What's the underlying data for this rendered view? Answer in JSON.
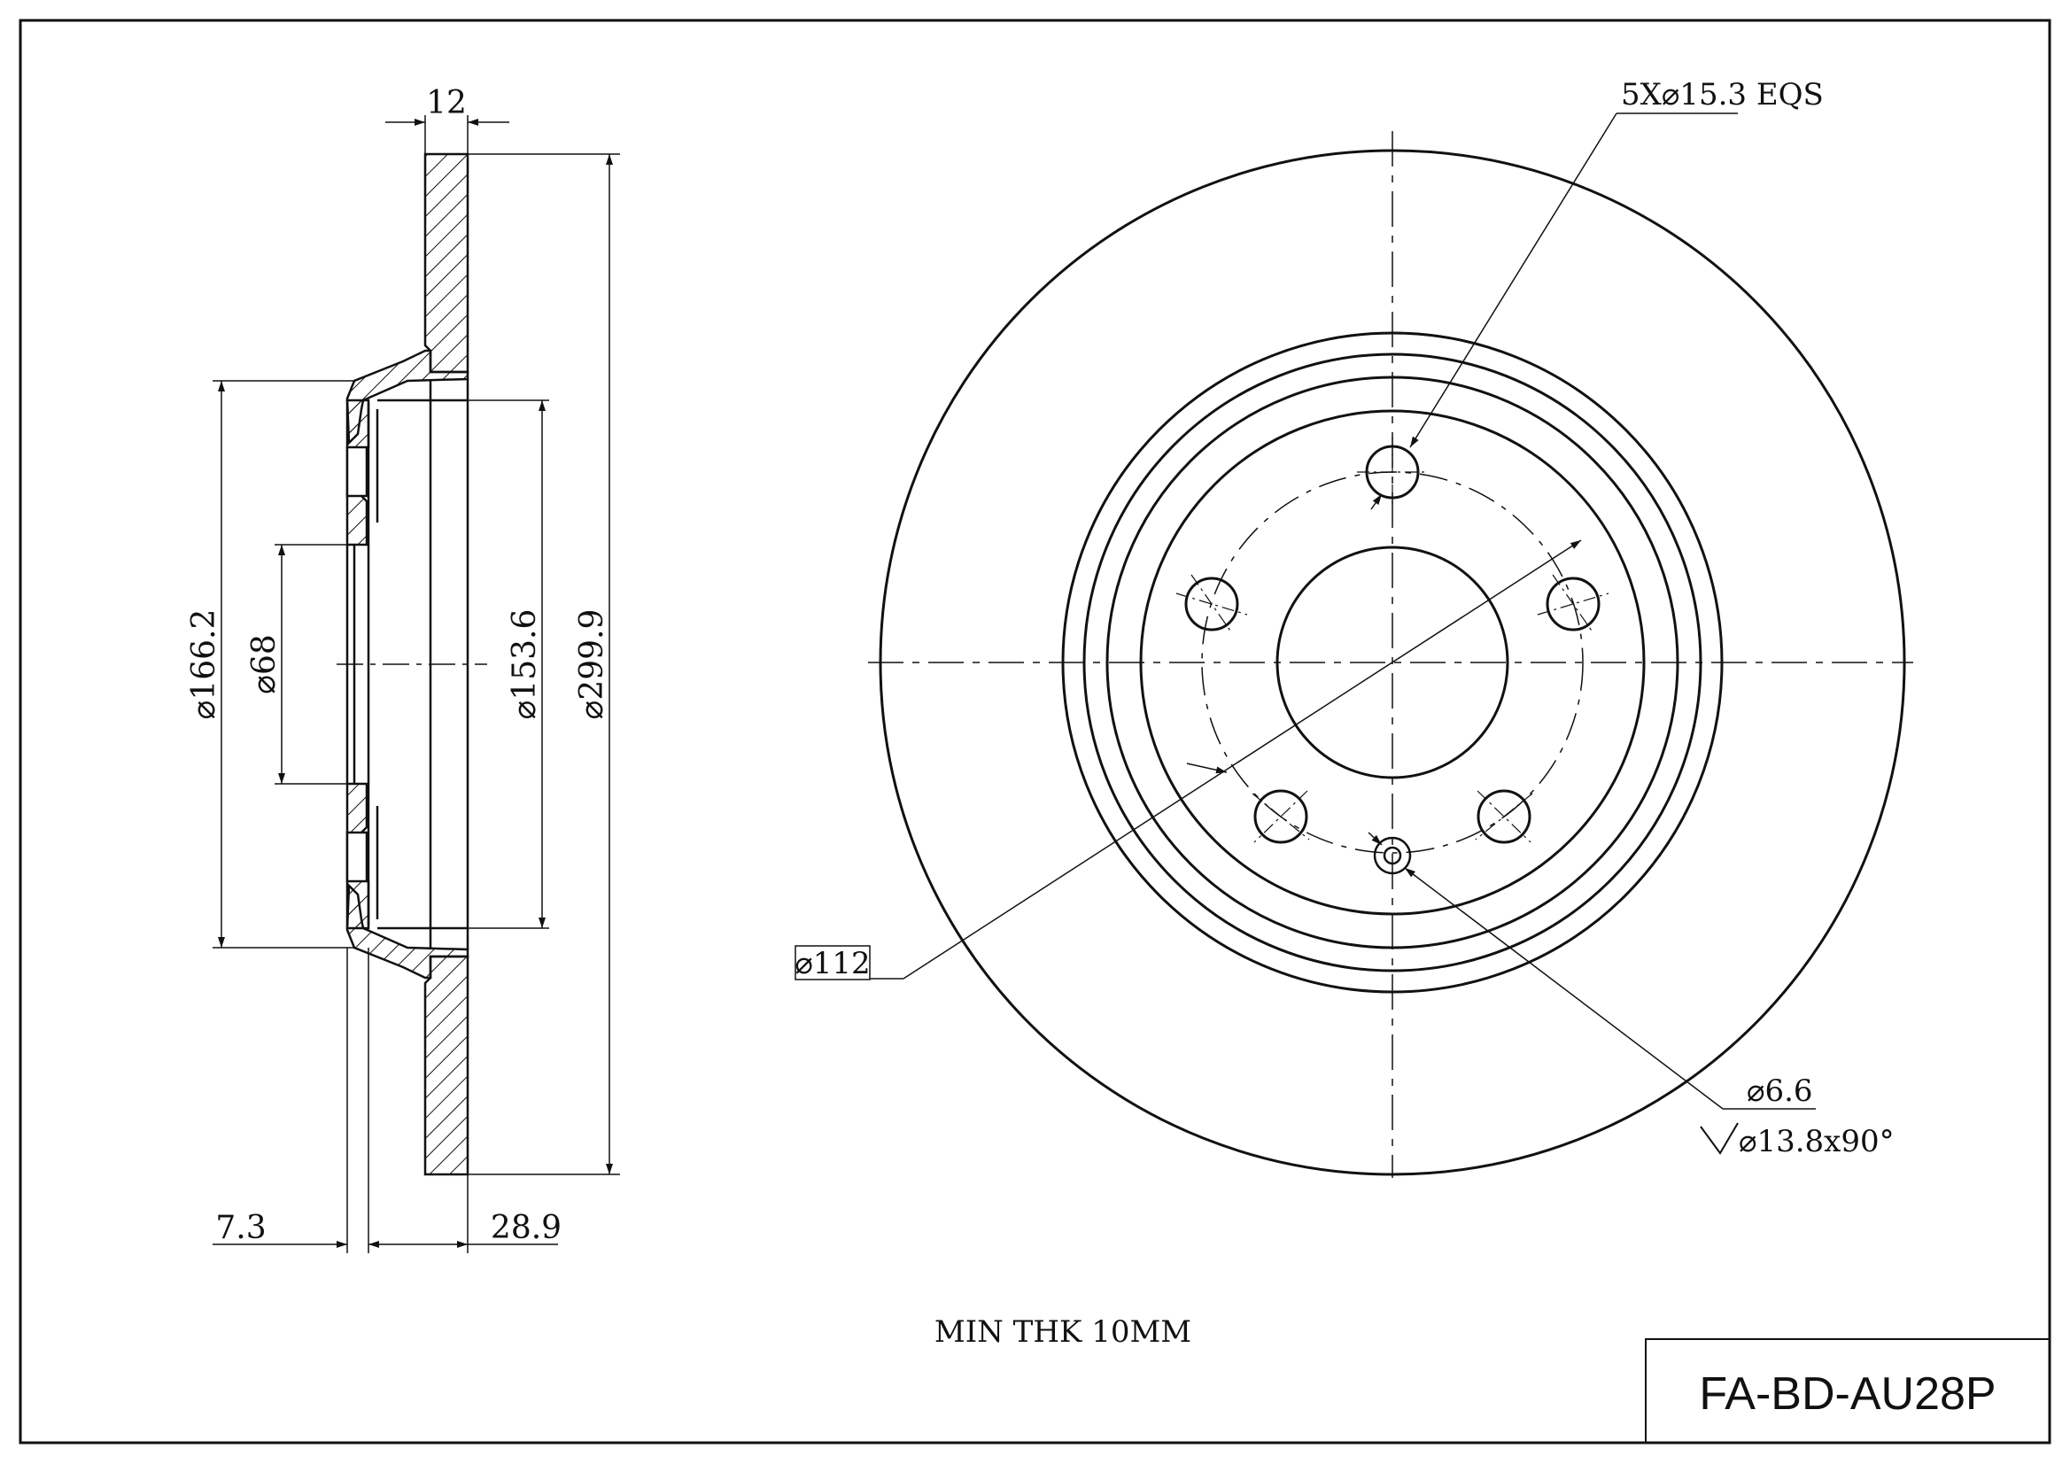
{
  "drawing": {
    "part_number": "FA-BD-AU28P",
    "note": "MIN THK 10MM",
    "colors": {
      "line": "#111111",
      "paper": "#ffffff"
    }
  },
  "side_view": {
    "dim_thickness": "12",
    "dim_outer_dia": "⌀299.9",
    "dim_hat_dia": "⌀166.2",
    "dim_center_bore": "⌀68",
    "dim_inner_dia": "⌀153.6",
    "dim_hat_offset": "7.3",
    "dim_total_height": "28.9"
  },
  "front_view": {
    "bolt_holes": "5X⌀15.3 EQS",
    "pcd": "⌀112",
    "small_hole": "⌀6.6",
    "countersink": "⌀13.8x90°"
  }
}
